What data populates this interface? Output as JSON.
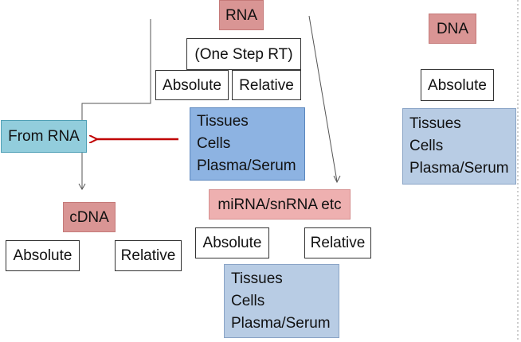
{
  "rna": {
    "label": "RNA",
    "one_step": "(One Step RT)",
    "absolute": "Absolute",
    "relative": "Relative",
    "samples": [
      "Tissues",
      "Cells",
      "Plasma/Serum"
    ]
  },
  "from_rna": "From RNA",
  "cdna": {
    "label": "cDNA",
    "absolute": "Absolute",
    "relative": "Relative"
  },
  "mirna": {
    "label": "miRNA/snRNA etc",
    "absolute": "Absolute",
    "relative": "Relative",
    "samples": [
      "Tissues",
      "Cells",
      "Plasma/Serum"
    ]
  },
  "dna": {
    "label": "DNA",
    "absolute": "Absolute",
    "samples": [
      "Tissues",
      "Cells",
      "Plasma/Serum"
    ]
  },
  "colors": {
    "node_red": "#d99594",
    "node_light_red": "#eeb0b0",
    "node_teal": "#92cddc",
    "node_blue": "#8db3e2",
    "node_light_blue": "#b8cce4",
    "arrow_red": "#c00000"
  }
}
